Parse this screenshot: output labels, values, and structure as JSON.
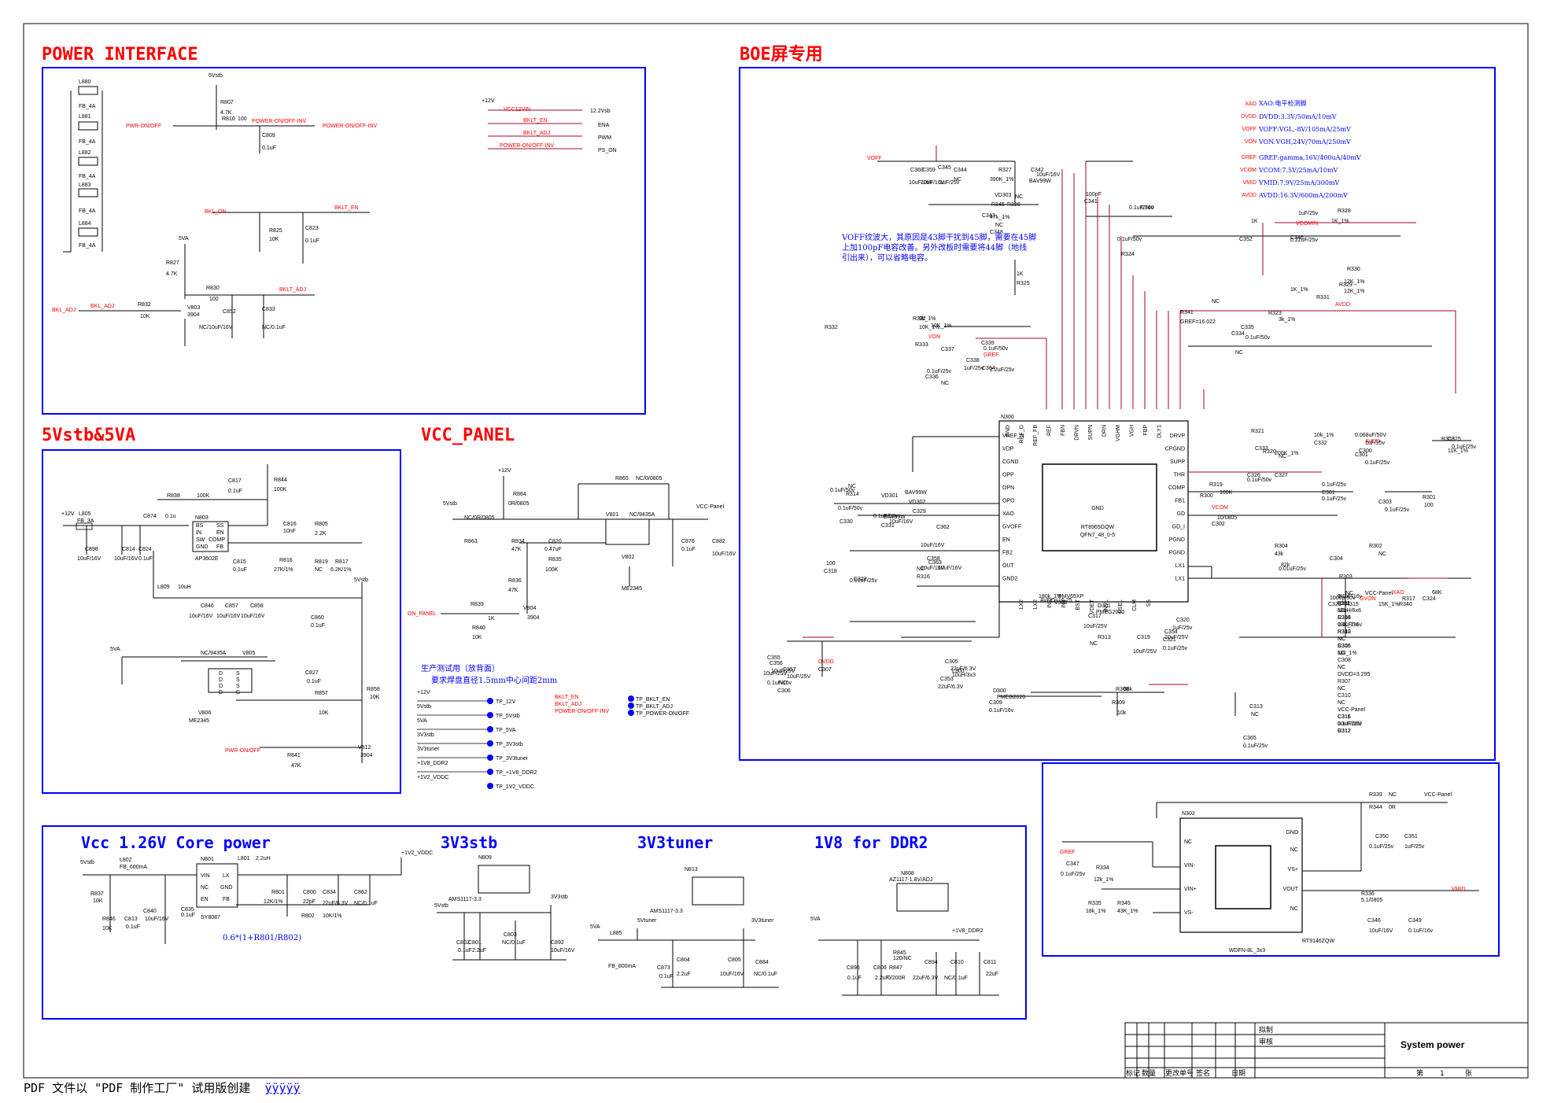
{
  "sections": {
    "power_interface": "POWER  INTERFACE",
    "boe": "BOE屏专用",
    "vstb": "5Vstb&5VA",
    "vcc_panel": "VCC_PANEL",
    "core": "Vcc 1.26V  Core power",
    "v3stb": "3V3stb",
    "v3tuner": "3V3tuner",
    "v18": "1V8 for DDR2"
  },
  "power_interface": {
    "ferrites": [
      "L880",
      "FB_4A",
      "L881",
      "FB_4A",
      "L882",
      "FB_4A",
      "L883",
      "FB_4A",
      "L884",
      "FB_4A"
    ],
    "nets": [
      "5Vstb",
      "PWR-ON/OFF",
      "POWER-ON/OFF-INV",
      "POWER-ON/OFF-INV",
      "BKL_ON",
      "BKLT_EN",
      "5VA",
      "BKL_ADJ",
      "BKL_ADJ",
      "BKLT_ADJ",
      "+12V",
      "VCC12VIN",
      "12.2Vsb",
      "BKLT_EN",
      "ENA",
      "BKLT_ADJ",
      "PWM",
      "POWER-ON/OFF-INV",
      "PS_ON"
    ],
    "parts": [
      "R807",
      "4.7K",
      "R810",
      "100",
      "C809",
      "0.1uF",
      "R825",
      "10K",
      "C823",
      "0.1uF",
      "R827",
      "4.7K",
      "R830",
      "100",
      "R832",
      "10K",
      "V803",
      "3904",
      "C852",
      "NC/10uF/16V",
      "C833",
      "NC/0.1uF"
    ]
  },
  "vstb": {
    "parts": [
      "L805",
      "FB_3A",
      "+12V",
      "C898",
      "10uF/16V",
      "C814",
      "10uF/16V",
      "C824",
      "0.1uF",
      "C874",
      "0.1u",
      "R838",
      "100K",
      "N803",
      "AP3602E",
      "C817",
      "0.1uF",
      "R844",
      "100K",
      "C816",
      "10nF",
      "R805",
      "2.2K",
      "R816",
      "27K/1%",
      "R819",
      "NC",
      "R817",
      "6.2K/1%",
      "C815",
      "0.1uF",
      "L809",
      "10uH",
      "C846",
      "10uF/16V",
      "C857",
      "10uF/16V",
      "C858",
      "10uF/16V",
      "C860",
      "0.1uF",
      "5Vstb",
      "5VA",
      "NC/9435A",
      "V805",
      "ME2345",
      "V806",
      "C827",
      "0.1uF",
      "R857",
      "10K",
      "R858",
      "10K",
      "R841",
      "47K",
      "V812",
      "3904",
      "PWR-ON/OFF"
    ],
    "pins": [
      "BS",
      "SS",
      "IN",
      "EN",
      "SW",
      "COMP",
      "GND",
      "FB",
      "D",
      "S",
      "D",
      "S",
      "D",
      "S",
      "D",
      "G"
    ]
  },
  "vcc_panel": {
    "parts": [
      "+12V",
      "R864",
      "0R/0805",
      "5Vstb",
      "NC/0R/0805",
      "R863",
      "R865",
      "NC/0/0805",
      "V801",
      "NC/9435A",
      "C820",
      "0.47uF",
      "R834",
      "47K",
      "R835",
      "100K",
      "V802",
      "ME2345",
      "C876",
      "0.1uF",
      "C882",
      "10uF/16V",
      "VCC-Panel",
      "R836",
      "47K",
      "R839",
      "1K",
      "V804",
      "3904",
      "R840",
      "10K",
      "ON_PANEL"
    ],
    "note1": "生产测试用（放背面）",
    "note2": "要求焊盘直径1.5mm中心间距2mm",
    "testpoints": [
      "TP_12V",
      "TP_5Vstb",
      "TP_5VA",
      "TP_3V3stb",
      "TP_3V3tuner",
      "TP_+1V8_DDR2",
      "TP_1V2_VDDC",
      "TP_BKLT_EN",
      "TP_BKLT_ADJ",
      "TP_POWER-ON/OFF"
    ],
    "tp_nets": [
      "+12V",
      "5Vstb",
      "5VA",
      "3V3stb",
      "3V3tuner",
      "+1V8_DDR2",
      "+1V2_VDDC",
      "BKLT_EN",
      "BKLT_ADJ",
      "POWER-ON/OFF-INV"
    ]
  },
  "boe": {
    "legend": [
      "XAO:电平检测脚",
      "DVDD:3.3V/50mA/10mV",
      "VOFF:VGL,-8V/105mA/25mV",
      "VON:VGH,24V/70mA/250mV",
      "GREF:gamma,16V/400uA/40mV",
      "VCOM:7.5V/25mA/10mV",
      "VMID:7.9V/25mA/300mV",
      "AVDD:16.3V/600mA/200mV"
    ],
    "legend_nets": [
      "XAO",
      "DVDD",
      "VOFF",
      "VON",
      "GREF",
      "VCOM",
      "VMID",
      "AVDD"
    ],
    "note": [
      "VOFF纹波大，其原因是43脚干扰到45脚，需要在45脚",
      "上加100pF电容改善。另外改板时需要将44脚（地线",
      "引出来），可以省略电容。"
    ],
    "ic_name": "RT8965GQW",
    "ic_pkg": "QFN7_48_0-5",
    "ic_ref": "N300",
    "ic_gnd": "GND",
    "left_pins": [
      "VREF_N",
      "VDP",
      "CGND",
      "OPP",
      "OPN",
      "OPO",
      "XAO",
      "GVOFF",
      "EN",
      "FB2",
      "OUT",
      "GND2"
    ],
    "right_pins": [
      "DRVP",
      "CPGND",
      "SUPP",
      "THR",
      "COMP",
      "FB1",
      "GD",
      "GD_I",
      "PGND",
      "PGND",
      "LX1",
      "LX1"
    ],
    "top_pins": [
      "GND",
      "REF_O",
      "REF_FB",
      "REF",
      "FBN",
      "DRVN",
      "SUPN",
      "DRN",
      "VGHM",
      "VGH",
      "FBP",
      "DLY1"
    ],
    "bottom_pins": [
      "LX2",
      "LX2",
      "IN2",
      "IN1",
      "BST",
      "VDET",
      "INVL",
      "FSEL",
      "CLM",
      "SS"
    ],
    "parts": [
      "VOFF",
      "C360",
      "10uF/16V",
      "C359",
      "10uF/16V",
      "C345",
      "1uF/25v",
      "C344",
      "NC",
      "R327",
      "390K_1%",
      "C342",
      "10uF/16V",
      "BAV99W",
      "VD303",
      "R345",
      "NC",
      "R326",
      "47k_1%",
      "C343",
      "NC",
      "C348",
      "100pF",
      "C341",
      "0.1uF/50v",
      "C340",
      "0.1uF/50v",
      "R324",
      "1K",
      "R325",
      "1K",
      "C352",
      "1uF/25v",
      "VCOMIN",
      "C346",
      "0.22uF/25v",
      "R328",
      "1K_1%",
      "R330",
      "12K_1%",
      "R329",
      "12K_1%",
      "AVDD",
      "R331",
      "1K_1%",
      "R332",
      "10K_1%",
      "R333",
      "10K_1%",
      "VON",
      "C339",
      "0.1uF/50v",
      "GREF",
      "C364",
      "2.2uF/25v",
      "C338",
      "1uF/25v",
      "C337",
      "0.1uF/25v",
      "C336",
      "NC",
      "R322",
      "9k_1%",
      "R341",
      "NC",
      "R323",
      "3k_1%",
      "GREF=16.022",
      "C335",
      "0.1uF/50v",
      "C334",
      "NC",
      "R321",
      "200K_1%",
      "C333",
      "NC",
      "R320",
      "10k_1%",
      "C332",
      "0.068uF/50V",
      "AVDD",
      "C300",
      "1uF/25v",
      "C301",
      "0.1uF/25v",
      "C325",
      "0.1uF/25v",
      "R318",
      "11K_1%",
      "C326",
      "0.1uF/50v",
      "C327",
      "0.1uF/50v",
      "VD301",
      "BAV99W",
      "VD302",
      "BAV99W",
      "C329",
      "0.1uF/50v",
      "C330",
      "0.1uF/50v",
      "C331",
      "10uF/16V",
      "C362",
      "10uF/16V",
      "C358",
      "10uF/16V",
      "C363",
      "10uF/16V",
      "R319",
      "100K",
      "VCOM",
      "R300",
      "10/0805",
      "C302",
      "0.1uF/25v",
      "C361",
      "0.1uF/25v",
      "C303",
      "0.1uF/25v",
      "R301",
      "100",
      "R302",
      "NC",
      "R304",
      "43k",
      "C304",
      "R303",
      "82k",
      "0.01uF/25v",
      "VCC-Panel",
      "GVON",
      "XAO",
      "R317",
      "68K",
      "C324",
      "1000p/50v",
      "C323",
      "NC",
      "R315",
      "15K_1%",
      "R340",
      "NC",
      "R314",
      "100",
      "C318",
      "0.01uF/25v",
      "C322",
      "NC",
      "R316",
      "180k_1%",
      "AVDD=16.25",
      "PMV65XP",
      "V300",
      "D301",
      "PMEG2020",
      "C317",
      "10uF/25V",
      "R313",
      "NC",
      "C319",
      "10uF/25V",
      "C320",
      "1uF/25v",
      "C321",
      "0.1uF/25v",
      "C354",
      "10uF/25V",
      "C355",
      "10uF/25V",
      "C356",
      "10uF/25V",
      "C357",
      "10uF/25V",
      "DVDD",
      "C307",
      "NC",
      "C306",
      "0.1uF/16v",
      "C305",
      "22uF/6.3V",
      "C353",
      "22uF/6.3V",
      "L300",
      "10uH/3x3",
      "D300",
      "PMEG2020",
      "C309",
      "0.1uF/16v",
      "R308",
      "68k",
      "R309",
      "10k",
      "C313",
      "NC",
      "C365",
      "0.1uF/25v",
      "C316",
      "0.1uF/16v",
      "R312",
      "1k",
      "R311",
      "NC",
      "R305",
      "18K_1%",
      "R342",
      "NC",
      "R306",
      "11k_1%",
      "C308",
      "NC",
      "DVDD=3.295",
      "R307",
      "NC",
      "C310",
      "NC",
      "VCC-Panel",
      "C311",
      "10uF/16V",
      "C312",
      "0.1uF/16v",
      "L301",
      "10uH/6x6",
      "C314",
      "0.1uF/16v",
      "R310",
      "NC",
      "C315",
      "NC"
    ]
  },
  "vmid": {
    "ic_name": "RT9146ZQW",
    "ic_pkg": "WDFN-8L_3x3",
    "ic_ref": "N302",
    "pins_left": [
      "NC",
      "VIN-",
      "VIN+",
      "VS-"
    ],
    "pins_right": [
      "GND",
      "NC",
      "VS+",
      "VOUT",
      "NC"
    ],
    "parts": [
      "R339",
      "NC",
      "VCC-Panel",
      "R344",
      "0R",
      "C350",
      "0.1uF/25v",
      "C351",
      "1uF/25v",
      "GREF",
      "C347",
      "0.1uF/25v",
      "R334",
      "12k_1%",
      "R335",
      "18k_1%",
      "R345",
      "43K_1%",
      "R336",
      "5.1/0805",
      "VMID",
      "C346",
      "10uF/16V",
      "C349",
      "0.1uF/16v"
    ]
  },
  "core": {
    "parts": [
      "5Vstb",
      "L802",
      "FB_600mA",
      "N801",
      "SY8087",
      "L801",
      "2.2uH",
      "+1V2_VDDC",
      "R837",
      "10K",
      "R801",
      "12K/1%",
      "C800",
      "22pF",
      "C834",
      "22uF/6.3V",
      "C862",
      "NC/0.1uF",
      "R802",
      "10K/1%",
      "R846",
      "10K",
      "C813",
      "0.1uF",
      "C840",
      "10uF/16V",
      "C835",
      "0.1uF"
    ],
    "pins": [
      "VIN",
      "LX",
      "NC",
      "GND",
      "EN",
      "FB"
    ],
    "formula": "0.6*(1+R801/R802)"
  },
  "v3stb": {
    "parts": [
      "N809",
      "AMS1117-3.3",
      "5Vstb",
      "3V3stb",
      "C802",
      "0.1uF",
      "C801",
      "2.2uF",
      "C803",
      "NC/0.1uF",
      "C892",
      "10uF/16V"
    ]
  },
  "v3tuner": {
    "parts": [
      "5VA",
      "L885",
      "FB_800mA",
      "5Vtuner",
      "N813",
      "AMS1117-3.3",
      "3V3tuner",
      "C873",
      "0.1uF",
      "C804",
      "2.2uF",
      "C805",
      "10uF/16V",
      "C884",
      "NC/0.1uF"
    ]
  },
  "v18": {
    "parts": [
      "N808",
      "AZ1117-1.8V/ADJ",
      "5VA",
      "+1V8_DDR2",
      "C896",
      "0.1uF",
      "C806",
      "2.2uF",
      "R845",
      "120/NC",
      "R847",
      "0/200R",
      "C894",
      "22uF/6.3V",
      "C810",
      "NC/0.1uF",
      "C811",
      "22uF"
    ]
  },
  "title_block": {
    "draw": "拟制",
    "check": "审核",
    "cols": [
      "标记",
      "数量",
      "更改单号",
      "签名",
      "日期"
    ],
    "title": "System power",
    "sheet_prefix": "第",
    "sheet_no": "1",
    "sheet_suffix": "张"
  },
  "footer": {
    "text": "PDF 文件以 \"PDF 制作工厂\" 试用版创建  ",
    "garbled": "ÿÿÿÿÿ"
  },
  "colors": {
    "wire": "#000000",
    "net_label": "#ff0000",
    "section_title": "#ff0000",
    "note": "#0000ff",
    "box_border": "#0000ff",
    "signal_wire": "#aa0033"
  }
}
